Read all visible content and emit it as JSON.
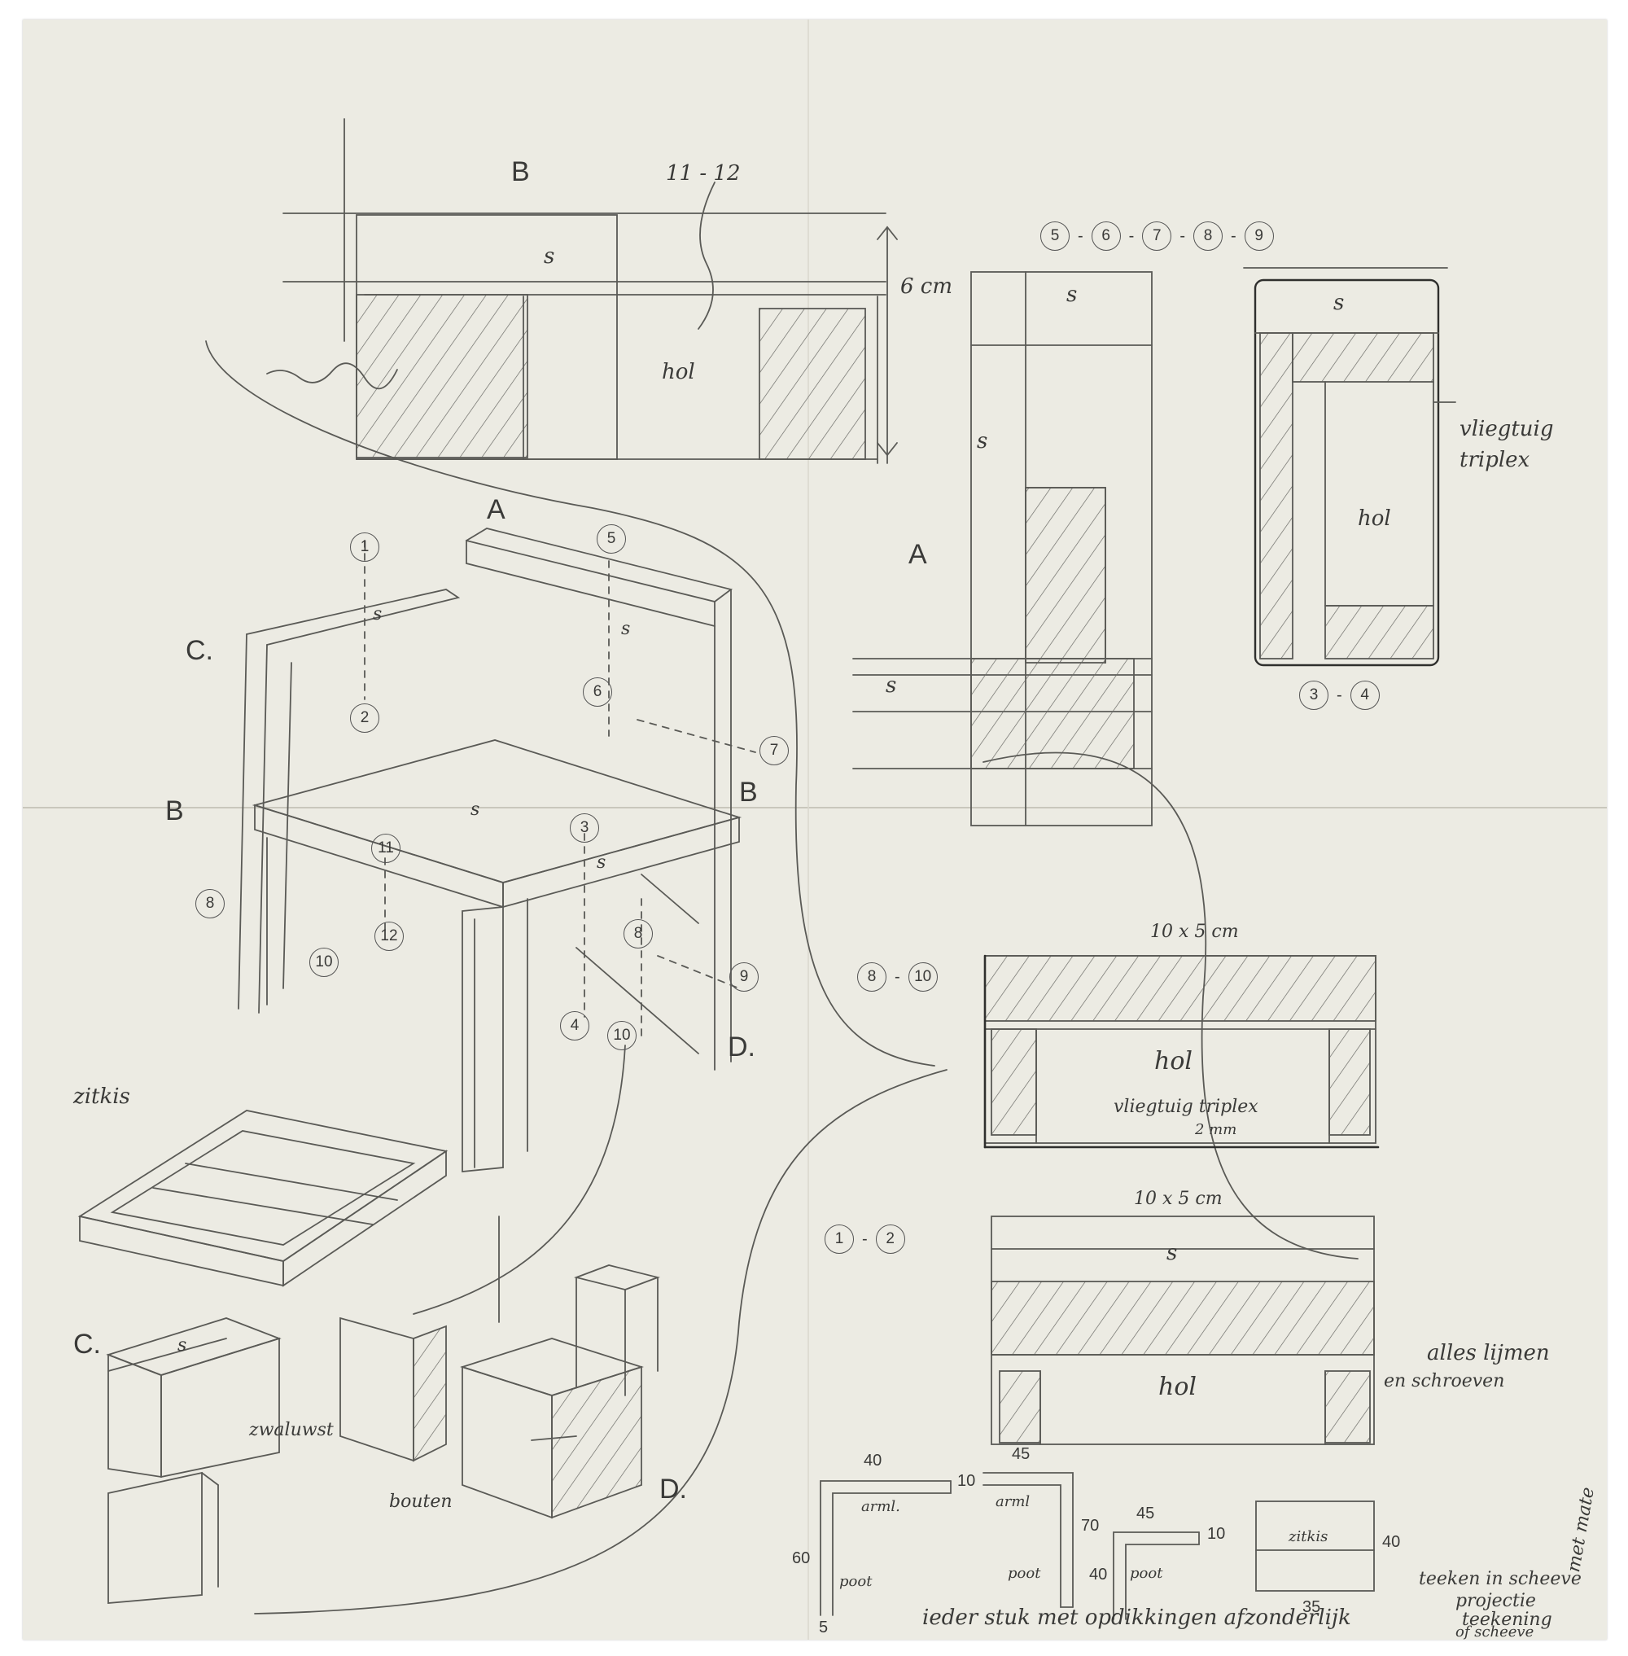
{
  "labels": {
    "b_top": "B",
    "b_top_ref": "11 - 12",
    "s_b_top": "s",
    "hol_b_top": "hol",
    "height_arrow": "6 cm",
    "ref_5_9": [
      "5",
      "-",
      "6",
      "-",
      "7",
      "-",
      "8",
      "-",
      "9"
    ],
    "s_col1": "s",
    "s_col2": "s",
    "a_section": "A",
    "s_section_low": "s",
    "s_right_box": "s",
    "hol_right_box": "hol",
    "vliegtuig_1": "vliegtuig",
    "triplex_1": "triplex",
    "ref_3_4": [
      "3",
      "-",
      "4"
    ],
    "chair_a": "A",
    "chair_c": "C.",
    "chair_b_left": "B",
    "chair_b_right": "B",
    "chair_d": "D.",
    "chair_s1": "s",
    "chair_s2": "s",
    "chair_s3": "s",
    "chair_s4": "s",
    "chair_nums": [
      "1",
      "2",
      "5",
      "6",
      "7",
      "3",
      "11",
      "12",
      "8",
      "10",
      "8",
      "9",
      "4",
      "10"
    ],
    "dim_10x5_1": "10 x 5 cm",
    "ref_8_10": [
      "8",
      "-",
      "10"
    ],
    "hol_mid": "hol",
    "vliegtuig_2": "vliegtuig triplex",
    "dim_2mm": "2 mm",
    "dim_10x5_2": "10 x 5 cm",
    "ref_1_2": [
      "1",
      "-",
      "2"
    ],
    "s_low_box": "s",
    "hol_low_box": "hol",
    "alles_lijmen": "alles lijmen",
    "en_schroeven": "en schroeven",
    "zitkis": "zitkis",
    "c_bottom": "C.",
    "s_c_bottom": "s",
    "zwaluwst": "zwaluwst",
    "bouten": "bouten",
    "d_bottom": "D.",
    "prof1_40": "40",
    "prof1_arml": "arml.",
    "prof1_60": "60",
    "prof1_poot": "poot",
    "prof1_5": "5",
    "prof2_45": "45",
    "prof2_10": "10",
    "prof2_arml": "arml",
    "prof2_70": "70",
    "prof2_poot": "poot",
    "prof3_45": "45",
    "prof3_10": "10",
    "prof3_40": "40",
    "prof3_poot": "poot",
    "prof4_zitkis": "zitkis",
    "prof4_40": "40",
    "prof4_35": "35",
    "bottom_note": "ieder stuk met opdikkingen afzonderlijk",
    "side_note_1": "teeken in scheeve",
    "side_note_2": "projectie",
    "side_note_3": "teekening",
    "side_note_4": "of scheeve",
    "side_note_5": "met mate"
  },
  "colors": {
    "paper": "#ecebe3",
    "pencil": "#5a5a56",
    "pencil_dark": "#2f2f2d"
  }
}
